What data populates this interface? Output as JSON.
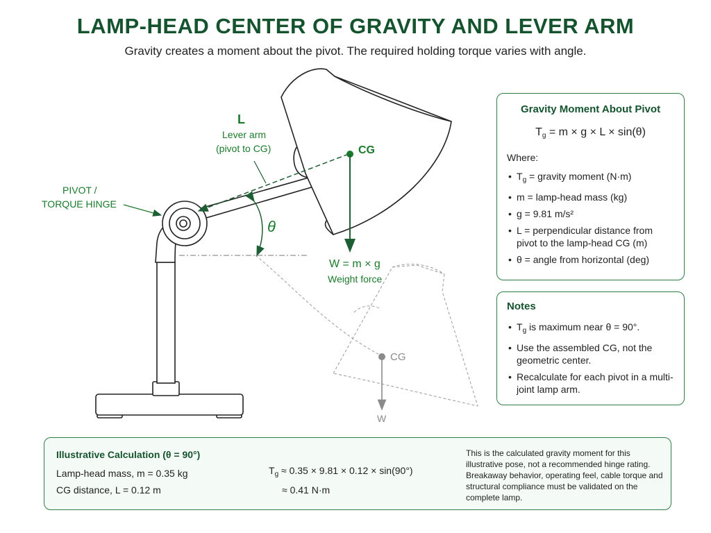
{
  "title": "LAMP-HEAD CENTER OF GRAVITY AND LEVER ARM",
  "subtitle": "Gravity creates a moment about the pivot. The required holding torque varies with angle.",
  "colors": {
    "accent": "#15532e",
    "green": "#1a7a2c",
    "outline": "#2e7d46",
    "line": "#333333",
    "ghost": "#9a9a9a"
  },
  "diagram": {
    "lever_symbol": "L",
    "lever_desc_1": "Lever arm",
    "lever_desc_2": "(pivot to CG)",
    "pivot_1": "PIVOT /",
    "pivot_2": "TORQUE HINGE",
    "theta": "θ",
    "cg": "CG",
    "weight_formula": "W = m × g",
    "weight_desc": "Weight force",
    "ghost_cg": "CG",
    "ghost_w": "W"
  },
  "gravity_box": {
    "title": "Gravity Moment About Pivot",
    "formula_sym": "T",
    "formula_sub": "g",
    "formula_rest": " = m × g × L × sin(θ)",
    "where": "Where:",
    "items": [
      {
        "sym": "T",
        "sub": "g",
        "text": " = gravity moment (N·m)"
      },
      {
        "sym": "",
        "sub": "",
        "text": "m = lamp-head mass (kg)"
      },
      {
        "sym": "",
        "sub": "",
        "text": "g = 9.81 m/s²"
      },
      {
        "sym": "",
        "sub": "",
        "text": "L = perpendicular distance from pivot to the lamp-head CG (m)"
      },
      {
        "sym": "",
        "sub": "",
        "text": "θ = angle from horizontal (deg)"
      }
    ]
  },
  "notes_box": {
    "title": "Notes",
    "items": [
      {
        "sym": "T",
        "sub": "g",
        "text": " is maximum near θ = 90°."
      },
      {
        "sym": "",
        "sub": "",
        "text": "Use the assembled CG, not the geometric center."
      },
      {
        "sym": "",
        "sub": "",
        "text": "Recalculate for each pivot in a multi-joint lamp arm."
      }
    ]
  },
  "calc_box": {
    "title": "Illustrative Calculation (θ = 90°)",
    "mass_line": "Lamp-head mass,  m = 0.35 kg",
    "cg_line": "CG distance,  L = 0.12 m",
    "eq_sym": "T",
    "eq_sub": "g",
    "eq_rest": " ≈ 0.35 × 9.81 × 0.12 × sin(90°)",
    "eq_result": "≈ 0.41 N·m",
    "disclaimer": "This is the calculated gravity moment for this illustrative pose, not a recommended hinge rating. Breakaway behavior, operating feel, cable torque and structural compliance must be validated on the complete lamp."
  }
}
